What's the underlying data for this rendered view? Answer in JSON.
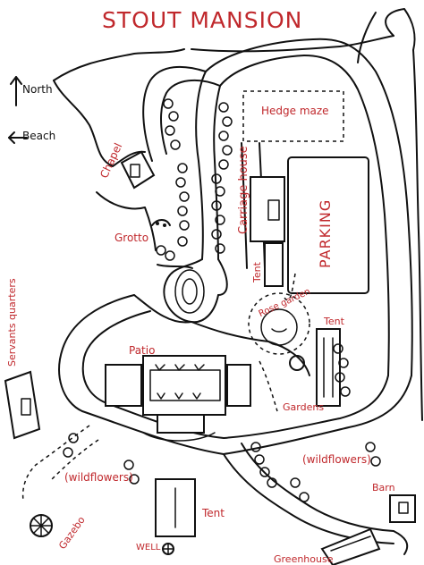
{
  "title": "STOUT MANSION",
  "compass": {
    "north": "North",
    "beach": "Beach"
  },
  "labels": {
    "hedge_maze": "Hedge maze",
    "chapel": "Chapel",
    "carriage_house": "Carriage house",
    "parking": "PARKING",
    "grotto": "Grotto",
    "tent_top": "Tent",
    "rose_garden": "Rose garden",
    "tent_right": "Tent",
    "servants_quarters": "Servants quarters",
    "patio": "Patio",
    "gardens": "Gardens",
    "wildflowers_left": "(wildflowers)",
    "wildflowers_right": "(wildflowers)",
    "barn": "Barn",
    "gazebo": "Gazebo",
    "tent_bottom": "Tent",
    "well": "WELL",
    "greenhouse": "Greenhouse"
  },
  "icons": [
    "north-arrow-icon",
    "west-arrow-icon",
    "well-icon",
    "gazebo-icon",
    "tree-icon",
    "shrub-icon"
  ],
  "colors": {
    "label_ink": "#c0282c",
    "line_ink": "#111111"
  }
}
